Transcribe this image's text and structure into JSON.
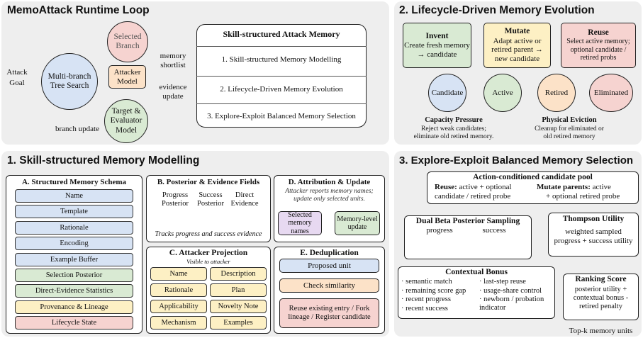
{
  "runtime": {
    "title": "MemoAttack Runtime Loop",
    "attack_goal": "Attack Goal",
    "tree_search": "Multi-branch Tree Search",
    "selected_branch": "Selected Branch",
    "attacker_model": "Attacker Model",
    "target_evaluator": "Target & Evaluator Model",
    "memory_shortlist": "memory shortlist",
    "evidence_update": "evidence update",
    "branch_update": "branch update",
    "memory_title": "Skill-structured Attack Memory",
    "memory_rows": [
      "1. Skill-structured Memory Modelling",
      "2. Lifecycle-Driven Memory Evolution",
      "3. Explore-Exploit Balanced Memory Selection"
    ]
  },
  "lifecycle": {
    "title": "2. Lifecycle-Driven Memory Evolution",
    "invent": {
      "title": "Invent",
      "body": "Create fresh memory → candidate"
    },
    "mutate": {
      "title": "Mutate",
      "body": "Adapt active or retired parent → new candidate"
    },
    "reuse": {
      "title": "Reuse",
      "body": "Select active memory; optional candidate / retired probs"
    },
    "states": [
      "Candidate",
      "Active",
      "Retired",
      "Eliminated"
    ],
    "capacity": {
      "title": "Capacity Pressure",
      "body": "Reject weak candidates; eliminate old retired memory."
    },
    "eviction": {
      "title": "Physical Eviction",
      "body": "Cleanup for eliminated or old retired memory"
    }
  },
  "modelling": {
    "title": "1. Skill-structured Memory Modelling",
    "schema": {
      "title": "A. Structured Memory Schema",
      "rows": [
        "Name",
        "Template",
        "Rationale",
        "Encoding",
        "Example Buffer",
        "Selection Posterior",
        "Direct-Evidence Statistics",
        "Provenance & Lineage",
        "Lifecycle State"
      ]
    },
    "posterior": {
      "title": "B. Posterior & Evidence Fields",
      "labels": [
        "Progress Posterior",
        "Success Posterior",
        "Direct Evidence"
      ],
      "caption": "Tracks progress and success evidence"
    },
    "projection": {
      "title": "C. Attacker Projection",
      "subtitle": "Visible to attacker",
      "cells": [
        "Name",
        "Description",
        "Rationale",
        "Plan",
        "Applicability",
        "Novelty Note",
        "Mechanism",
        "Examples"
      ]
    },
    "attribution": {
      "title": "D. Attribution & Update",
      "caption": "Attacker reports memory names; update only selected units.",
      "selected": "Selected memory names",
      "update": "Memory-level update"
    },
    "dedup": {
      "title": "E. Deduplication",
      "steps": [
        "Proposed unit",
        "Check similarity",
        "Reuse existing entry / Fork lineage / Register candidate"
      ]
    }
  },
  "selection": {
    "title": "3. Explore-Exploit Balanced Memory Selection",
    "pool": {
      "title": "Action-conditioned candidate pool",
      "reuse_label": "Reuse:",
      "reuse_text1": "active + optional",
      "reuse_text2": "candidate / retired probe",
      "mutate_label": "Mutate parents:",
      "mutate_text1": "active",
      "mutate_text2": "+ optional retired probe"
    },
    "beta": {
      "title": "Dual Beta Posterior Sampling",
      "labels": [
        "progress",
        "success"
      ]
    },
    "thompson": {
      "title": "Thompson Utility",
      "body": "weighted sampled progress + success utility"
    },
    "bonus": {
      "title": "Contextual Bonus",
      "left": [
        "· semantic match",
        "· remaining score gap",
        "· recent progress",
        "· recent success"
      ],
      "right": [
        "· last-step reuse",
        "· usage-share control",
        "· newborn / probation indicator"
      ]
    },
    "ranking": {
      "title": "Ranking Score",
      "body": "posterior utility + contextual bonus - retired penalty"
    },
    "output": "Top-k memory units"
  },
  "colors": {
    "blue": "#d7e3f4",
    "green": "#d9ead3",
    "yellow": "#fdf0c4",
    "red": "#f6d3d0",
    "orange": "#fce2c8",
    "purple": "#e7d9f1",
    "panel": "#eeeeee"
  }
}
